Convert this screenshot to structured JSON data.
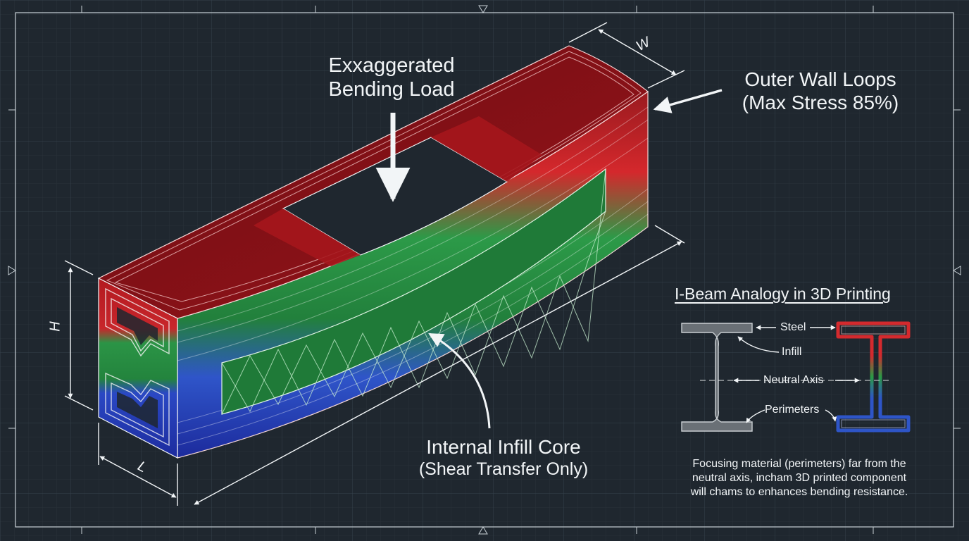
{
  "labels": {
    "load_line1": "Exxaggerated",
    "load_line2": "Bending Load",
    "outer_line1": "Outer Wall Loops",
    "outer_line2": "(Max Stress 85%)",
    "infill_line1": "Internal Infill Core",
    "infill_line2": "(Shear Transfer Only)",
    "dim_w": "W",
    "dim_h": "H",
    "dim_l": "L"
  },
  "ibeam": {
    "title": "I-Beam Analogy in 3D Printing",
    "steel": "Steel",
    "infill": "Infill",
    "neutral_axis": "Neutral Axis",
    "perimeters": "Perimeters",
    "note_line1": "Focusing material (perimeters) far from the",
    "note_line2": "neutral axis, incham 3D printed component",
    "note_line3": "will chams to enhances bending resistance."
  },
  "colors": {
    "background": "#1f272f",
    "grid": "#2f3b45",
    "tension_red": "#c0242a",
    "neutral_green": "#2a9a45",
    "compression_blue": "#2538b0",
    "steel_gray": "#6a7076",
    "line_white": "#f2f5f7"
  }
}
